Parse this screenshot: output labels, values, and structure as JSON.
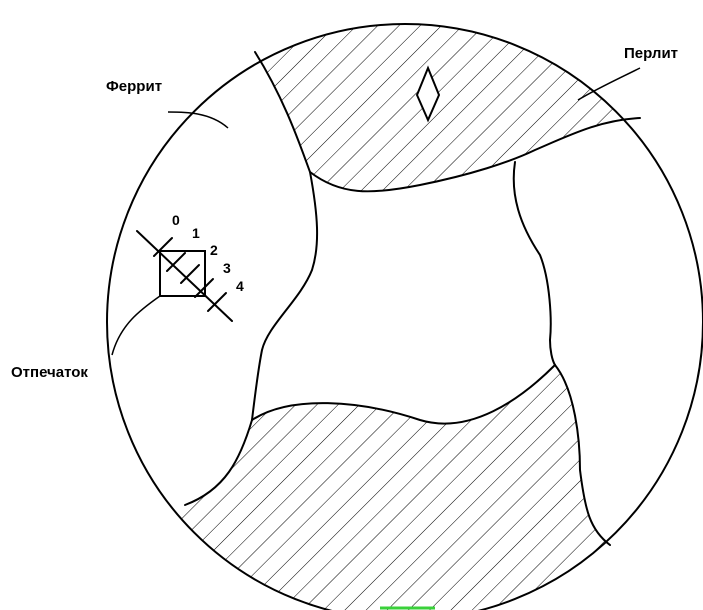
{
  "labels": {
    "ferrite": "Феррит",
    "pearlite": "Перлит",
    "imprint": "Отпечаток"
  },
  "scale_marks": [
    "0",
    "1",
    "2",
    "3",
    "4"
  ],
  "colors": {
    "ink": "#000000",
    "background": "#ffffff",
    "hatch": "#000000",
    "bottom_accent": "#3ad13a"
  }
}
